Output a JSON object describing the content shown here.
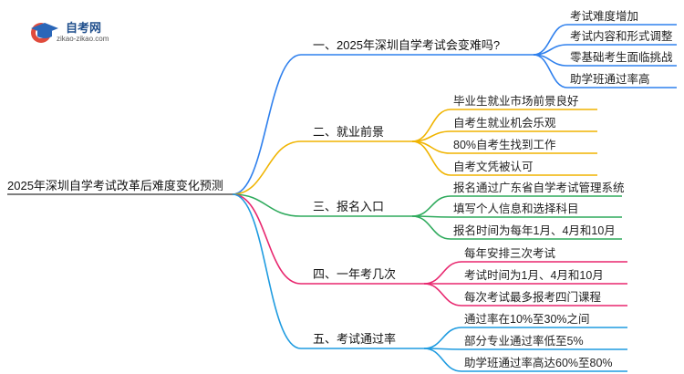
{
  "logo": {
    "title": "自考网",
    "url": "zikao-zikao.com",
    "icon": "graduation-cap-icon"
  },
  "root": "2025年深圳自学考试改革后难度变化预测",
  "branches": [
    {
      "label": "一、2025年深圳自学考试会变难吗?",
      "color": "#2f80ed",
      "leaves": [
        "考试难度增加",
        "考试内容和形式调整",
        "零基础考生面临挑战",
        "助学班通过率高"
      ]
    },
    {
      "label": "二、就业前景",
      "color": "#f0b400",
      "leaves": [
        "毕业生就业市场前景良好",
        "自考生就业机会乐观",
        "80%自考生找到工作",
        "自考文凭被认可"
      ]
    },
    {
      "label": "三、报名入口",
      "color": "#2eaa5c",
      "leaves": [
        "报名通过广东省自学考试管理系统",
        "填写个人信息和选择科目",
        "报名时间为每年1月、4月和10月"
      ]
    },
    {
      "label": "四、一年考几次",
      "color": "#e8266e",
      "leaves": [
        "每年安排三次考试",
        "考试时间为1月、4月和10月",
        "每次考试最多报考四门课程"
      ]
    },
    {
      "label": "五、考试通过率",
      "color": "#1e9be0",
      "leaves": [
        "通过率在10%至30%之间",
        "部分专业通过率低至5%",
        "助学班通过率高达60%至80%"
      ]
    }
  ]
}
